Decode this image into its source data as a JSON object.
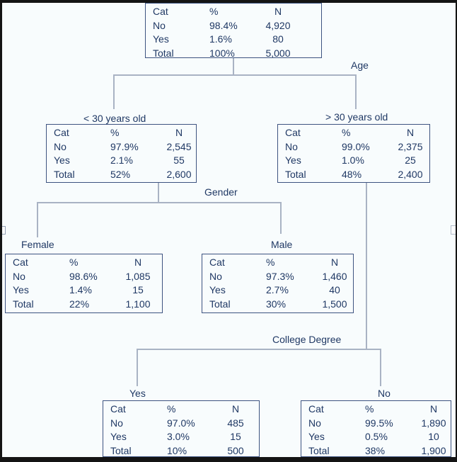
{
  "diagram": {
    "title": "decision-tree",
    "split_labels": {
      "age": "Age",
      "gender": "Gender",
      "college": "College Degree"
    },
    "branch_labels": {
      "under30": "< 30 years old",
      "over30": "> 30 years old",
      "female": "Female",
      "male": "Male",
      "college_yes": "Yes",
      "college_no": "No"
    },
    "tables": {
      "root": {
        "headers": [
          "Cat",
          "%",
          "N"
        ],
        "rows": [
          [
            "No",
            "98.4%",
            "4,920"
          ],
          [
            "Yes",
            "1.6%",
            "80"
          ],
          [
            "Total",
            "100%",
            "5,000"
          ]
        ]
      },
      "under30": {
        "headers": [
          "Cat",
          "%",
          "N"
        ],
        "rows": [
          [
            "No",
            "97.9%",
            "2,545"
          ],
          [
            "Yes",
            "2.1%",
            "55"
          ],
          [
            "Total",
            "52%",
            "2,600"
          ]
        ]
      },
      "over30": {
        "headers": [
          "Cat",
          "%",
          "N"
        ],
        "rows": [
          [
            "No",
            "99.0%",
            "2,375"
          ],
          [
            "Yes",
            "1.0%",
            "25"
          ],
          [
            "Total",
            "48%",
            "2,400"
          ]
        ]
      },
      "female": {
        "headers": [
          "Cat",
          "%",
          "N"
        ],
        "rows": [
          [
            "No",
            "98.6%",
            "1,085"
          ],
          [
            "Yes",
            "1.4%",
            "15"
          ],
          [
            "Total",
            "22%",
            "1,100"
          ]
        ]
      },
      "male": {
        "headers": [
          "Cat",
          "%",
          "N"
        ],
        "rows": [
          [
            "No",
            "97.3%",
            "1,460"
          ],
          [
            "Yes",
            "2.7%",
            "40"
          ],
          [
            "Total",
            "30%",
            "1,500"
          ]
        ]
      },
      "college_yes": {
        "headers": [
          "Cat",
          "%",
          "N"
        ],
        "rows": [
          [
            "No",
            "97.0%",
            "485"
          ],
          [
            "Yes",
            "3.0%",
            "15"
          ],
          [
            "Total",
            "10%",
            "500"
          ]
        ]
      },
      "college_no": {
        "headers": [
          "Cat",
          "%",
          "N"
        ],
        "rows": [
          [
            "No",
            "99.5%",
            "1,890"
          ],
          [
            "Yes",
            "0.5%",
            "10"
          ],
          [
            "Total",
            "38%",
            "1,900"
          ]
        ]
      }
    },
    "colors": {
      "text": "#1f3864",
      "table_border": "#3d5380",
      "connector": "#a9b3c4",
      "background": "#f8fcfd",
      "frame": "#141414"
    }
  }
}
